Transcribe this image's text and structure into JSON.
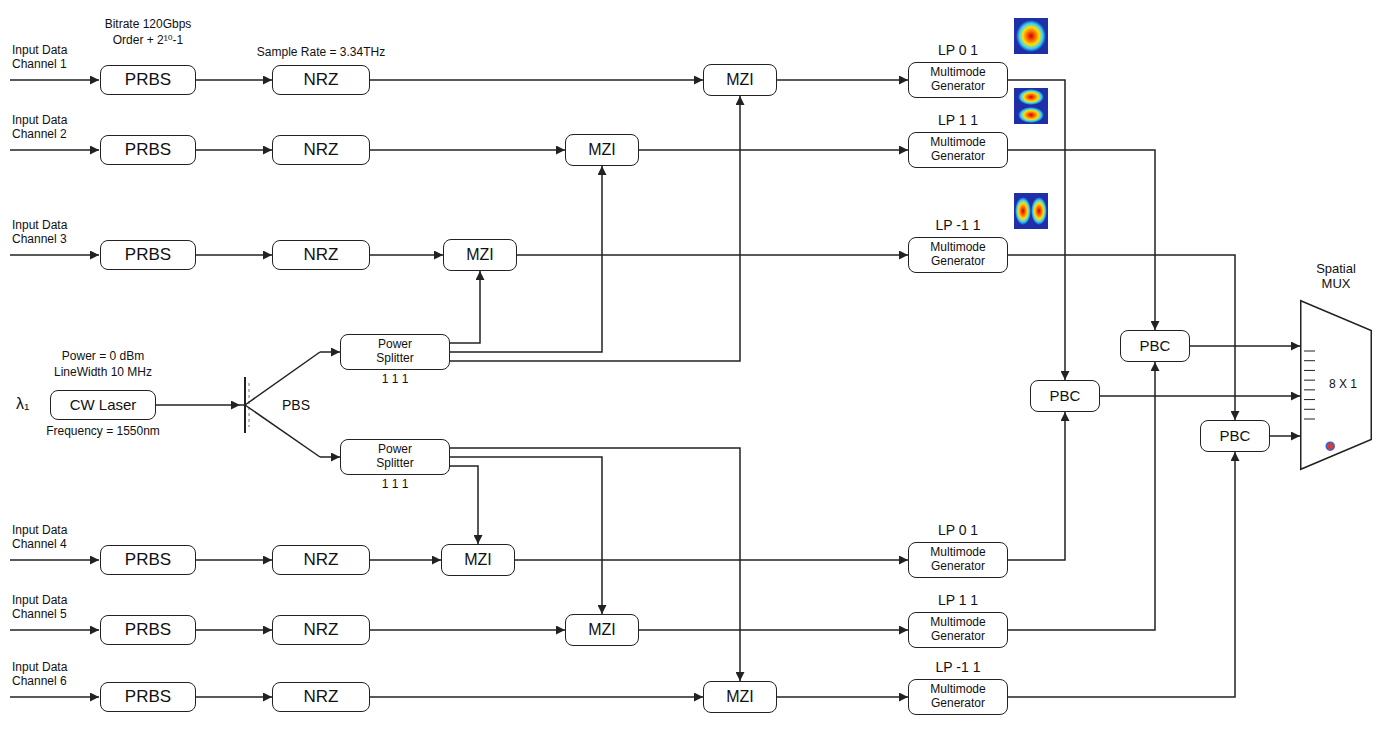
{
  "diagram": {
    "nodes": [
      {
        "text": [
          "PRBS"
        ]
      },
      {
        "text": [
          "NRZ"
        ]
      },
      {
        "text": [
          "MZI"
        ]
      },
      {
        "text": [
          "Multimode Generator"
        ]
      },
      {
        "text": [
          "PRBS"
        ]
      },
      {
        "text": [
          "NRZ"
        ]
      },
      {
        "text": [
          "MZI"
        ]
      },
      {
        "text": [
          "Multimode Generator"
        ]
      },
      {
        "text": [
          "PRBS"
        ]
      },
      {
        "text": [
          "NRZ"
        ]
      },
      {
        "text": [
          "MZI"
        ]
      },
      {
        "text": [
          "Multimode Generator"
        ]
      },
      {
        "text": [
          "PBC"
        ]
      },
      {
        "text": [
          "CW Laser"
        ]
      },
      {
        "text": [
          "PBS"
        ]
      },
      {
        "text": [
          "Power Splitter"
        ]
      },
      {
        "text": [
          "PBC"
        ]
      },
      {
        "text": [
          "PBC"
        ]
      },
      {
        "text": [
          "8 X 1"
        ]
      },
      {
        "text": [
          "Power Splitter"
        ]
      },
      {
        "text": [
          "PRBS"
        ]
      },
      {
        "text": [
          "NRZ"
        ]
      },
      {
        "text": [
          "MZI"
        ]
      },
      {
        "text": [
          "Multimode Generator"
        ]
      },
      {
        "text": [
          "PRBS"
        ]
      },
      {
        "text": [
          "NRZ"
        ]
      },
      {
        "text": [
          "MZI"
        ]
      },
      {
        "text": [
          "Multimode Generator"
        ]
      },
      {
        "text": [
          "PRBS"
        ]
      },
      {
        "text": [
          "NRZ"
        ]
      },
      {
        "text": [
          "MZI"
        ]
      },
      {
        "text": [
          "Multimode Generator"
        ]
      }
    ],
    "edges": [
      {
        "from": 0,
        "to": 1,
        "arrow": "to"
      },
      {
        "from": 1,
        "to": 2,
        "arrow": "to"
      },
      {
        "from": 2,
        "to": 3,
        "arrow": "to"
      },
      {
        "from": 4,
        "to": 5,
        "arrow": "to"
      },
      {
        "from": 5,
        "to": 6,
        "arrow": "to"
      },
      {
        "from": 6,
        "to": 7,
        "arrow": "to"
      },
      {
        "from": 8,
        "to": 9,
        "arrow": "to"
      },
      {
        "from": 9,
        "to": 10,
        "arrow": "to"
      },
      {
        "from": 10,
        "to": 11,
        "arrow": "to"
      },
      {
        "from": 20,
        "to": 21,
        "arrow": "to"
      },
      {
        "from": 21,
        "to": 22,
        "arrow": "to"
      },
      {
        "from": 22,
        "to": 23,
        "arrow": "to"
      },
      {
        "from": 24,
        "to": 25,
        "arrow": "to"
      },
      {
        "from": 25,
        "to": 26,
        "arrow": "to"
      },
      {
        "from": 26,
        "to": 27,
        "arrow": "to"
      },
      {
        "from": 28,
        "to": 29,
        "arrow": "to"
      },
      {
        "from": 29,
        "to": 30,
        "arrow": "to"
      },
      {
        "from": 30,
        "to": 31,
        "arrow": "to"
      },
      {
        "from": 13,
        "to": 14,
        "arrow": "to"
      },
      {
        "from": 14,
        "to": 15,
        "arrow": "to"
      },
      {
        "from": 14,
        "to": 19,
        "arrow": "to"
      },
      {
        "from": 15,
        "to": 10,
        "arrow": "to"
      },
      {
        "from": 15,
        "to": 6,
        "arrow": "to"
      },
      {
        "from": 15,
        "to": 2,
        "arrow": "to"
      },
      {
        "from": 19,
        "to": 22,
        "arrow": "to"
      },
      {
        "from": 19,
        "to": 26,
        "arrow": "to"
      },
      {
        "from": 19,
        "to": 30,
        "arrow": "to"
      },
      {
        "from": 3,
        "to": 16,
        "arrow": "to"
      },
      {
        "from": 23,
        "to": 16,
        "arrow": "to"
      },
      {
        "from": 7,
        "to": 12,
        "arrow": "to"
      },
      {
        "from": 27,
        "to": 12,
        "arrow": "to"
      },
      {
        "from": 11,
        "to": 17,
        "arrow": "to"
      },
      {
        "from": 31,
        "to": 17,
        "arrow": "to"
      },
      {
        "from": 12,
        "to": 18,
        "arrow": "to"
      },
      {
        "from": 16,
        "to": 18,
        "arrow": "to"
      },
      {
        "from": 17,
        "to": 18,
        "arrow": "to"
      }
    ],
    "labels": [
      "Bitrate 120Gbps",
      "Order + 2¹⁰-1",
      "Sample Rate = 3.34THz",
      "Input Data Channel 1",
      "LP 0 1",
      "LP 1 1",
      "Input Data Channel 2",
      "LP -1 1",
      "Input Data Channel 3",
      "Spatial MUX",
      "Power = 0 dBm",
      "LineWidth 10 MHz",
      "λ₁",
      "1 1 1",
      "Frequency = 1550nm",
      "1 1 1",
      "Input Data Channel 4",
      "LP 0 1",
      "Input Data Channel 5",
      "LP 1 1",
      "Input Data Channel 6",
      "LP -1 1"
    ]
  }
}
